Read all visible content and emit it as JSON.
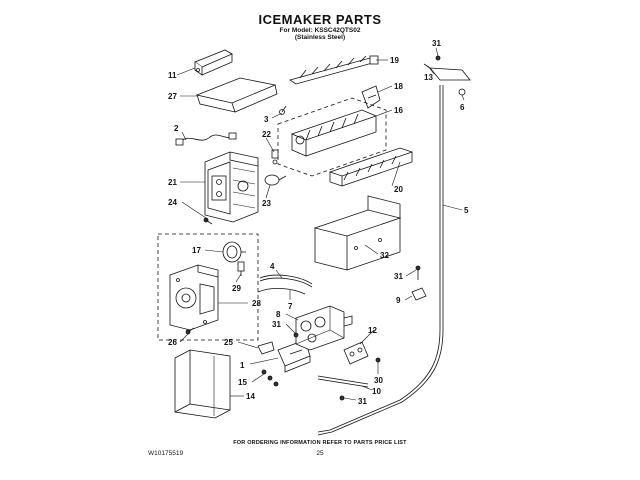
{
  "header": {
    "title": "ICEMAKER PARTS",
    "model_line": "For Model: KSSC42QTS02",
    "finish_line": "(Stainless Steel)"
  },
  "footer": {
    "ordering_note": "FOR ORDERING INFORMATION REFER TO PARTS PRICE LIST",
    "doc_id": "W10175519",
    "page_number": "25"
  },
  "callouts": [
    "11",
    "27",
    "2",
    "21",
    "24",
    "17",
    "29",
    "26",
    "28",
    "25",
    "1",
    "15",
    "14",
    "19",
    "18",
    "3",
    "16",
    "22",
    "23",
    "20",
    "32",
    "4",
    "7",
    "8",
    "31",
    "5",
    "12",
    "30",
    "10",
    "9",
    "13",
    "6"
  ]
}
